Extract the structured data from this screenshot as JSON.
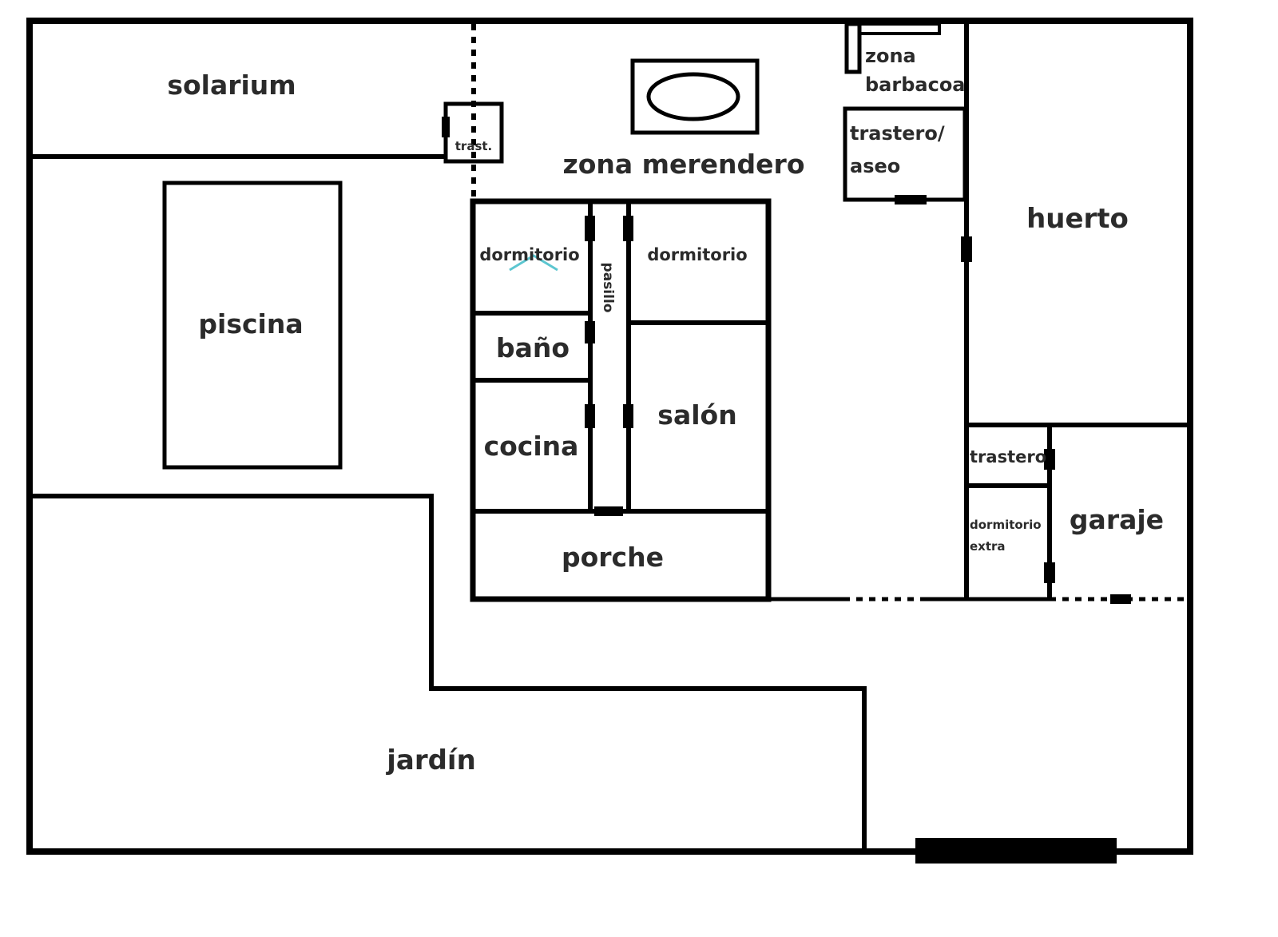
{
  "plan": {
    "rooms": {
      "solarium": "solarium",
      "trast": "trast.",
      "zona_merendero": "zona merendero",
      "zona_barbacoa_1": "zona",
      "zona_barbacoa_2": "barbacoa",
      "trastero_aseo_1": "trastero/",
      "trastero_aseo_2": "aseo",
      "huerto": "huerto",
      "piscina": "piscina",
      "dormitorio_left": "dormitorio",
      "pasillo": "pasillo",
      "dormitorio_right": "dormitorio",
      "bano": "baño",
      "cocina": "cocina",
      "salon": "salón",
      "porche": "porche",
      "trastero": "trastero",
      "dormitorio_extra_1": "dormitorio",
      "dormitorio_extra_2": "extra",
      "garaje": "garaje",
      "jardin": "jardín"
    },
    "colors": {
      "wall": "#000000",
      "text": "#2b2b2b",
      "watermark": "#5cc6d0"
    }
  }
}
